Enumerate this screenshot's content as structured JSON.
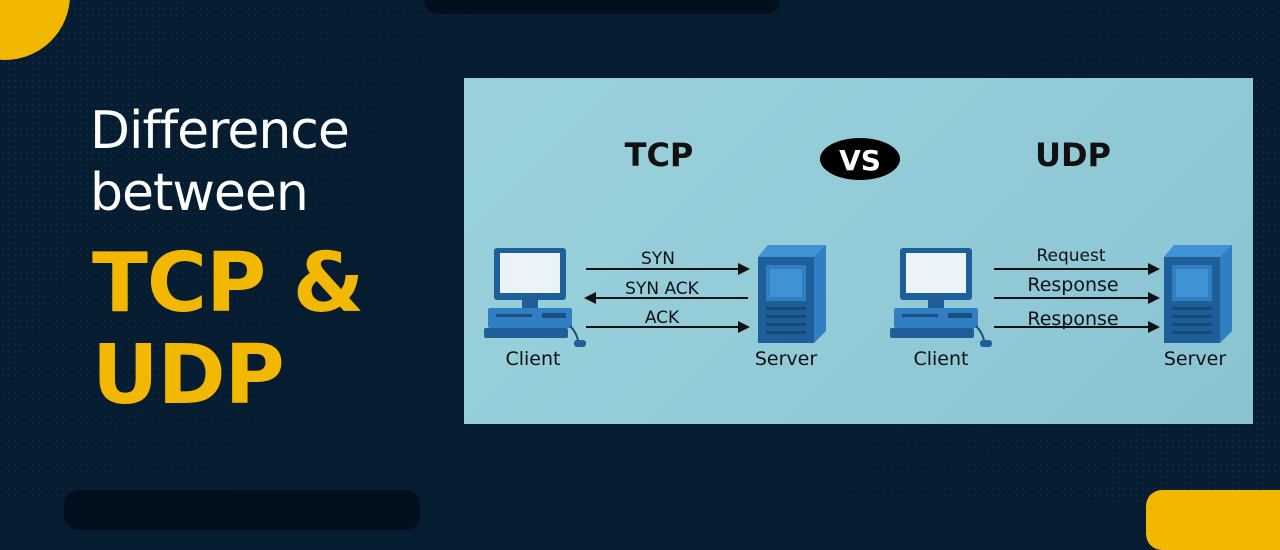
{
  "headline": {
    "line1": "Difference",
    "line2": "between",
    "line3": "TCP &",
    "line4": "UDP"
  },
  "diagram": {
    "tcp_heading": "TCP",
    "vs_label": "VS",
    "udp_heading": "UDP",
    "tcp": {
      "client_label": "Client",
      "server_label": "Server",
      "messages": [
        {
          "label": "SYN",
          "direction": "client-to-server"
        },
        {
          "label": "SYN ACK",
          "direction": "server-to-client"
        },
        {
          "label": "ACK",
          "direction": "client-to-server"
        }
      ]
    },
    "udp": {
      "client_label": "Client",
      "server_label": "Server",
      "messages": [
        {
          "label": "Request",
          "direction": "client-to-server"
        },
        {
          "label": "Response",
          "direction": "client-to-server"
        },
        {
          "label": "Response",
          "direction": "client-to-server"
        }
      ]
    }
  },
  "colors": {
    "background": "#061c30",
    "accent": "#f2b800",
    "panel": "#93cbd8",
    "device_blue": "#2f7fc2"
  }
}
